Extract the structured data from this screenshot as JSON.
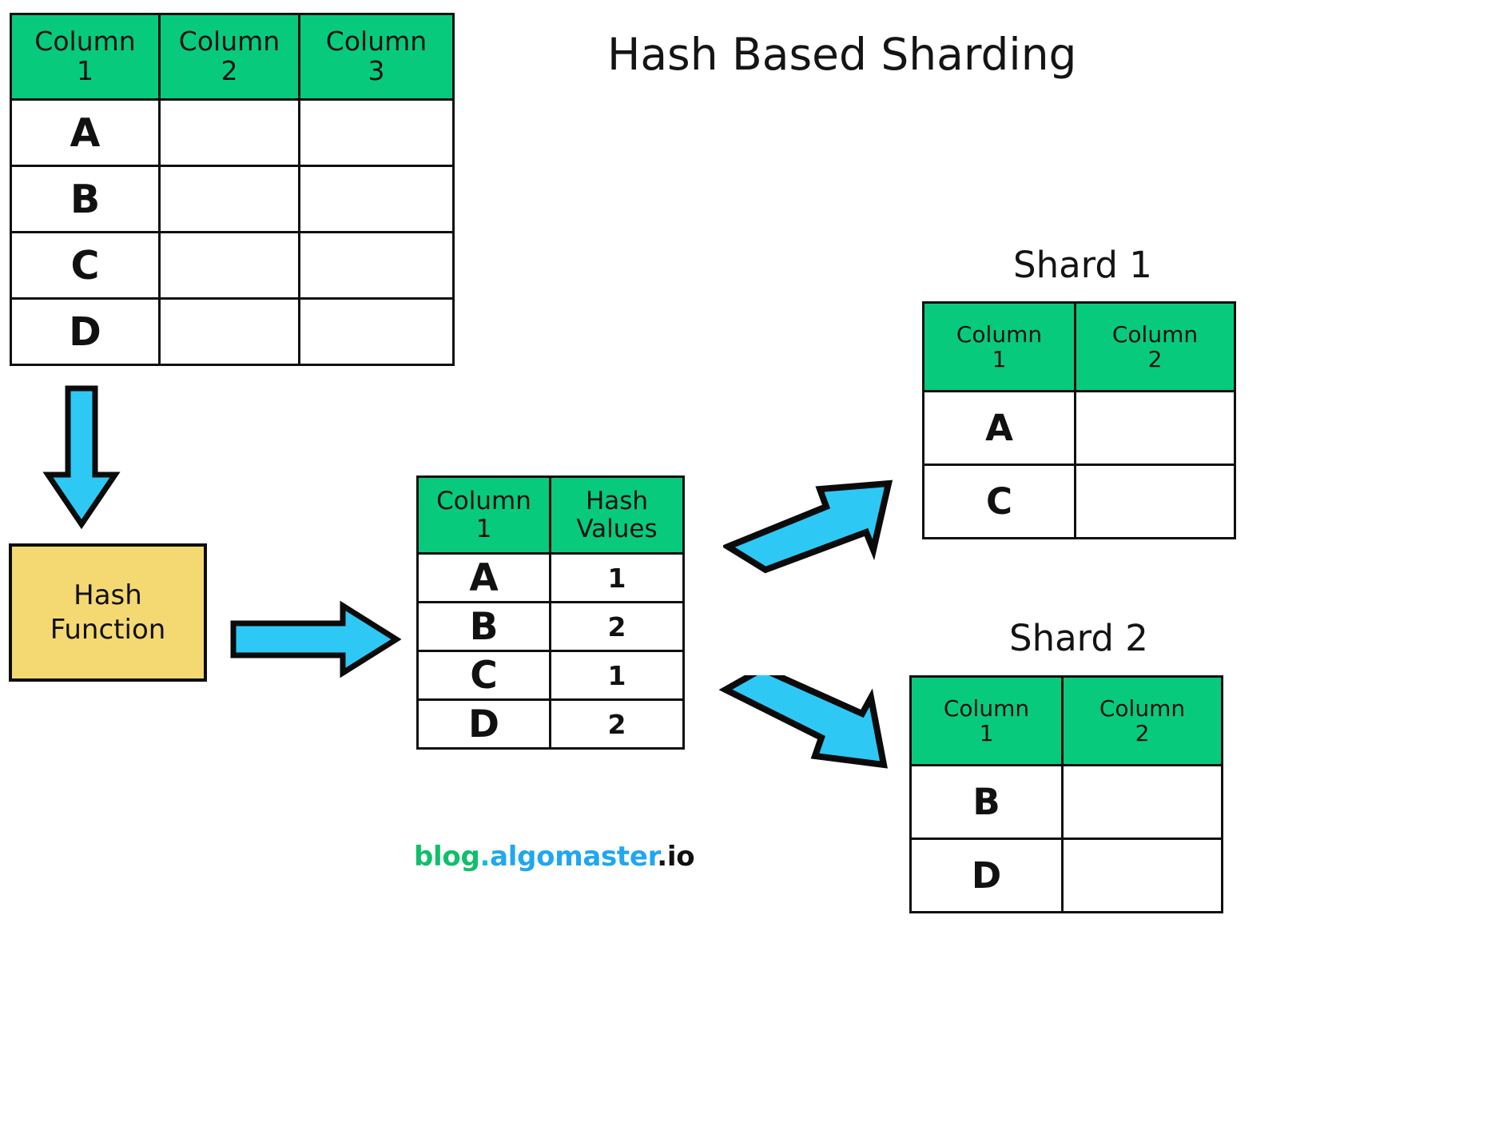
{
  "page_title": "Hash Based Sharding",
  "colors": {
    "header_green": "#08ca7d",
    "arrow_blue": "#2ec8f5",
    "hash_box_yellow": "#f4d972",
    "outline_black": "#101010",
    "watermark_green": "#0fbf6a",
    "watermark_blue": "#20a7f0"
  },
  "main_table": {
    "headers": [
      "Column\n1",
      "Column\n2",
      "Column\n3"
    ],
    "rows": [
      [
        "A",
        "",
        ""
      ],
      [
        "B",
        "",
        ""
      ],
      [
        "C",
        "",
        ""
      ],
      [
        "D",
        "",
        ""
      ]
    ]
  },
  "hash_function_box": {
    "line1": "Hash",
    "line2": "Function"
  },
  "hash_table": {
    "headers": [
      "Column\n1",
      "Hash\nValues"
    ],
    "rows": [
      [
        "A",
        "1"
      ],
      [
        "B",
        "2"
      ],
      [
        "C",
        "1"
      ],
      [
        "D",
        "2"
      ]
    ]
  },
  "shard1": {
    "title": "Shard 1",
    "headers": [
      "Column\n1",
      "Column\n2"
    ],
    "rows": [
      [
        "A",
        ""
      ],
      [
        "C",
        ""
      ]
    ]
  },
  "shard2": {
    "title": "Shard 2",
    "headers": [
      "Column\n1",
      "Column\n2"
    ],
    "rows": [
      [
        "B",
        ""
      ],
      [
        "D",
        ""
      ]
    ]
  },
  "arrows": [
    {
      "name": "arrow-down-to-hash-function",
      "direction": "down"
    },
    {
      "name": "arrow-hash-function-to-hash-table",
      "direction": "right"
    },
    {
      "name": "arrow-hash-table-to-shard1",
      "direction": "up-right"
    },
    {
      "name": "arrow-hash-table-to-shard2",
      "direction": "down-right"
    }
  ],
  "watermark": {
    "part1": "blog",
    "dot1": ".",
    "part2": "algomaster",
    "part3": ".io"
  }
}
